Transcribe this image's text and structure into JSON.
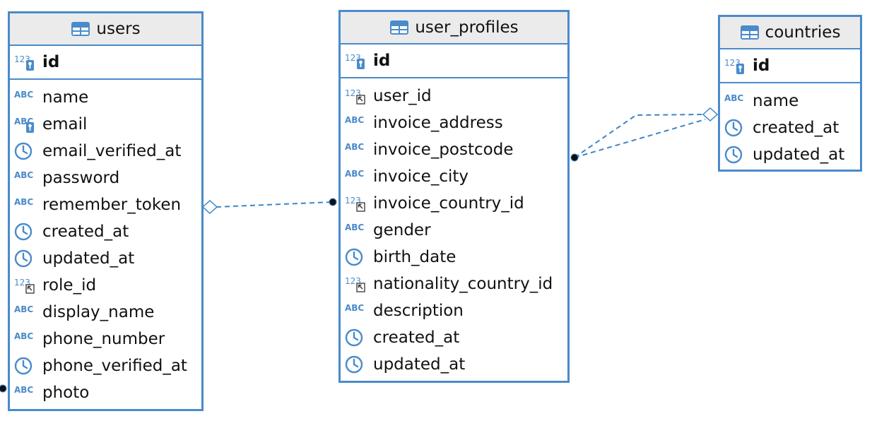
{
  "colors": {
    "border": "#4a8bcb",
    "header_bg": "#ebebeb",
    "icon": "#4a8bcb",
    "link": "#3a86c8",
    "background": "#ffffff"
  },
  "entities": [
    {
      "name": "users",
      "icon": "table-icon",
      "pk": {
        "label": "id",
        "type": "numeric-key"
      },
      "columns": [
        {
          "label": "name",
          "type": "text"
        },
        {
          "label": "email",
          "type": "text-key"
        },
        {
          "label": "email_verified_at",
          "type": "datetime"
        },
        {
          "label": "password",
          "type": "text"
        },
        {
          "label": "remember_token",
          "type": "text"
        },
        {
          "label": "created_at",
          "type": "datetime"
        },
        {
          "label": "updated_at",
          "type": "datetime"
        },
        {
          "label": "role_id",
          "type": "numeric-fk"
        },
        {
          "label": "display_name",
          "type": "text"
        },
        {
          "label": "phone_number",
          "type": "text"
        },
        {
          "label": "phone_verified_at",
          "type": "datetime"
        },
        {
          "label": "photo",
          "type": "text"
        }
      ]
    },
    {
      "name": "user_profiles",
      "icon": "table-icon",
      "pk": {
        "label": "id",
        "type": "numeric-key"
      },
      "columns": [
        {
          "label": "user_id",
          "type": "numeric-fk"
        },
        {
          "label": "invoice_address",
          "type": "text"
        },
        {
          "label": "invoice_postcode",
          "type": "text"
        },
        {
          "label": "invoice_city",
          "type": "text"
        },
        {
          "label": "invoice_country_id",
          "type": "numeric-fk"
        },
        {
          "label": "gender",
          "type": "text"
        },
        {
          "label": "birth_date",
          "type": "datetime"
        },
        {
          "label": "nationality_country_id",
          "type": "numeric-fk"
        },
        {
          "label": "description",
          "type": "text"
        },
        {
          "label": "created_at",
          "type": "datetime"
        },
        {
          "label": "updated_at",
          "type": "datetime"
        }
      ]
    },
    {
      "name": "countries",
      "icon": "table-icon",
      "pk": {
        "label": "id",
        "type": "numeric-key"
      },
      "columns": [
        {
          "label": "name",
          "type": "text"
        },
        {
          "label": "created_at",
          "type": "datetime"
        },
        {
          "label": "updated_at",
          "type": "datetime"
        }
      ]
    }
  ],
  "relationships": [
    {
      "from": "user_profiles.user_id",
      "to": "users.id",
      "from_end": "dot",
      "to_end": "diamond"
    },
    {
      "from": "user_profiles.invoice_country_id",
      "to": "countries.id",
      "from_end": "dot",
      "to_end": "diamond"
    },
    {
      "from": "user_profiles.nationality_country_id",
      "to": "countries.id",
      "from_end": "dot",
      "to_end": "diamond"
    }
  ]
}
